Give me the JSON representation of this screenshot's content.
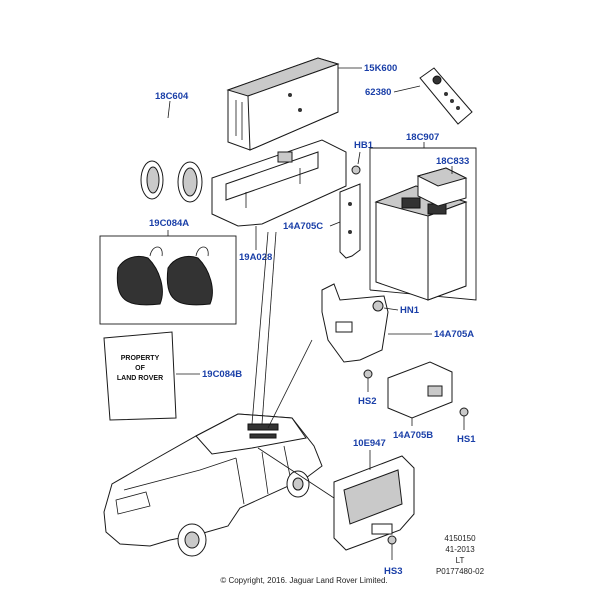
{
  "callouts": {
    "c15K600": "15K600",
    "c18C604": "18C604",
    "c62380": "62380",
    "cHB1": "HB1",
    "c18C907": "18C907",
    "c18C833": "18C833",
    "c14A705C": "14A705C",
    "c19A028": "19A028",
    "c19C084A": "19C084A",
    "cHN1": "HN1",
    "c14A705A": "14A705A",
    "c19C084B": "19C084B",
    "cHS2": "HS2",
    "c14A705B": "14A705B",
    "cHS1": "HS1",
    "c10E947": "10E947",
    "cHS3": "HS3"
  },
  "bag_label": [
    "PROPERTY",
    "OF",
    "LAND ROVER"
  ],
  "reference": [
    "4150150",
    "41-2013",
    "LT",
    "P0177480-02"
  ],
  "copyright": "© Copyright, 2016. Jaguar Land Rover Limited.",
  "colors": {
    "callout": "#1a3fa8",
    "line": "#1a1a1a"
  }
}
